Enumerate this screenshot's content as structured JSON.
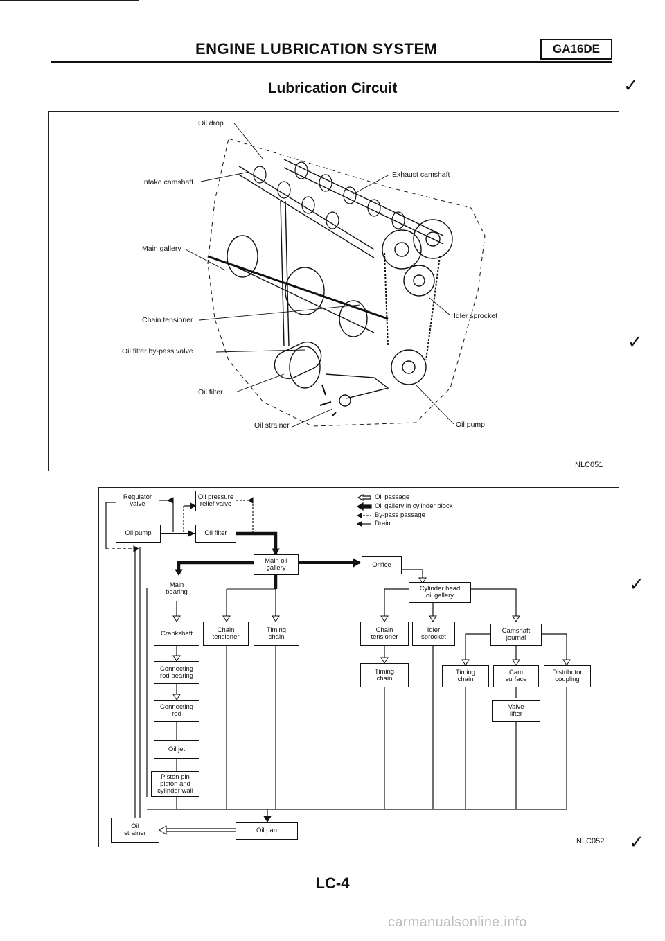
{
  "header": {
    "title": "ENGINE LUBRICATION SYSTEM",
    "engine_code": "GA16DE"
  },
  "section_title": "Lubrication Circuit",
  "figure1": {
    "code": "NLC051",
    "labels": {
      "oil_drop": "Oil drop",
      "intake_camshaft": "Intake camshaft",
      "exhaust_camshaft": "Exhaust camshaft",
      "main_gallery": "Main gallery",
      "chain_tensioner": "Chain tensioner",
      "idler_sprocket": "Idler sprocket",
      "oil_filter_bypass_valve": "Oil filter by-pass valve",
      "oil_filter": "Oil filter",
      "oil_strainer": "Oil strainer",
      "oil_pump": "Oil pump"
    }
  },
  "figure2": {
    "code": "NLC052",
    "legend": {
      "oil_passage": "Oil passage",
      "oil_gallery": "Oil gallery in cylinder block",
      "bypass_passage": "By-pass passage",
      "drain": "Drain"
    },
    "boxes": {
      "regulator_valve": "Regulator\nvalve",
      "oil_pressure_relief_valve": "Oil pressure\nrelief valve",
      "oil_pump": "Oil pump",
      "oil_filter": "Oil filter",
      "main_oil_gallery": "Main oil\ngallery",
      "orifice": "Orifice",
      "main_bearing": "Main\nbearing",
      "cylinder_head_oil_gallery": "Cylinder head\noil gallery",
      "crankshaft": "Crankshaft",
      "chain_tensioner_left": "Chain\ntensioner",
      "timing_chain_left": "Timing\nchain",
      "chain_tensioner_right": "Chain\ntensioner",
      "idler_sprocket": "Idler\nsprocket",
      "camshaft_journal": "Camshaft\njournal",
      "connecting_rod_bearing": "Connecting\nrod bearing",
      "timing_chain_right1": "Timing\nchain",
      "timing_chain_right2": "Timing\nchain",
      "cam_surface": "Cam\nsurface",
      "distributor_coupling": "Distributor\ncoupling",
      "connecting_rod": "Connecting\nrod",
      "valve_lifter": "Valve\nlifter",
      "oil_jet": "Oil jet",
      "piston_pin": "Piston pin\npiston and\ncylinder wall",
      "oil_strainer": "Oil\nstrainer",
      "oil_pan": "Oil pan"
    }
  },
  "page_number": "LC-4",
  "watermark": "carmanualsonline.info"
}
